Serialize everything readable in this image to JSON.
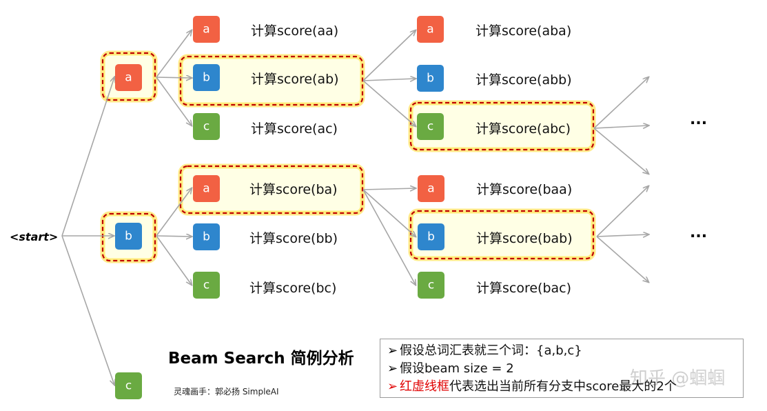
{
  "start_label": "<start>",
  "ellipsis": "...",
  "title": "Beam Search 简例分析",
  "credit": "灵魂画手：郭必扬  SimpleAI",
  "watermark": "知乎 @蝈蝈",
  "colors": {
    "a": "#f26143",
    "b": "#2e86cd",
    "c": "#6aaa42",
    "edge": "#a6a6a6",
    "beam_border": "#c00000",
    "highlight_text": "#e00000"
  },
  "level1": [
    {
      "letter": "a"
    },
    {
      "letter": "b"
    },
    {
      "letter": "c"
    }
  ],
  "level2": [
    {
      "letter": "a",
      "score": "计算score(aa)"
    },
    {
      "letter": "b",
      "score": "计算score(ab)"
    },
    {
      "letter": "c",
      "score": "计算score(ac)"
    },
    {
      "letter": "a",
      "score": "计算score(ba)"
    },
    {
      "letter": "b",
      "score": "计算score(bb)"
    },
    {
      "letter": "c",
      "score": "计算score(bc)"
    }
  ],
  "level3": [
    {
      "letter": "a",
      "score": "计算score(aba)"
    },
    {
      "letter": "b",
      "score": "计算score(abb)"
    },
    {
      "letter": "c",
      "score": "计算score(abc)"
    },
    {
      "letter": "a",
      "score": "计算score(baa)"
    },
    {
      "letter": "b",
      "score": "计算score(bab)"
    },
    {
      "letter": "c",
      "score": "计算score(bac)"
    }
  ],
  "legend": {
    "bullet": "➢",
    "line1": "假设总词汇表就三个词：{a,b,c}",
    "line2": "假设beam size = 2",
    "line3_highlight": "红虚线框",
    "line3_rest": "代表选出当前所有分支中score最大的2个"
  }
}
